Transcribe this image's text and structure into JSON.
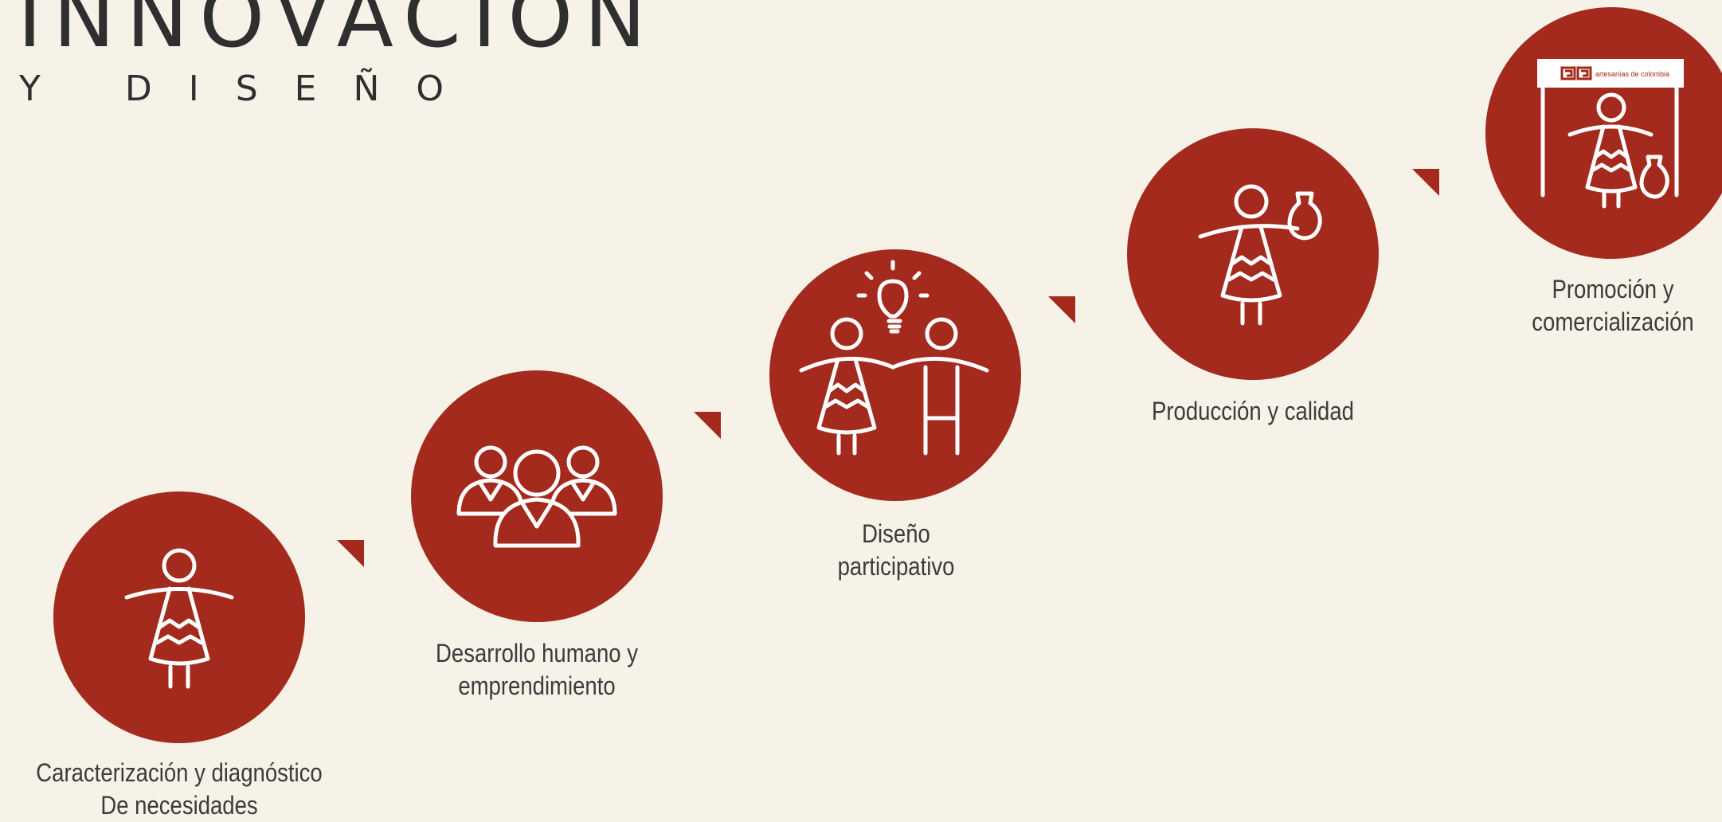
{
  "header": {
    "title": "INNOVACIÓN",
    "subtitle": "Y DISEÑO"
  },
  "colors": {
    "accent": "#a32a1c",
    "background": "#f6f2e8",
    "text": "#3b3b3b"
  },
  "steps": [
    {
      "line1": "Caracterización y diagnóstico",
      "line2": "De necesidades",
      "icon": "artisan-woman-icon"
    },
    {
      "line1": "Desarrollo humano y",
      "line2": "emprendimiento",
      "icon": "people-group-icon"
    },
    {
      "line1": "Diseño",
      "line2": "participativo",
      "icon": "co-design-lightbulb-icon"
    },
    {
      "line1": "Producción y calidad",
      "line2": "",
      "icon": "artisan-with-pot-icon"
    },
    {
      "line1": "Promoción y",
      "line2": "comercialización",
      "icon": "market-stand-icon"
    }
  ],
  "stand_sign": "artesanías de colombia"
}
